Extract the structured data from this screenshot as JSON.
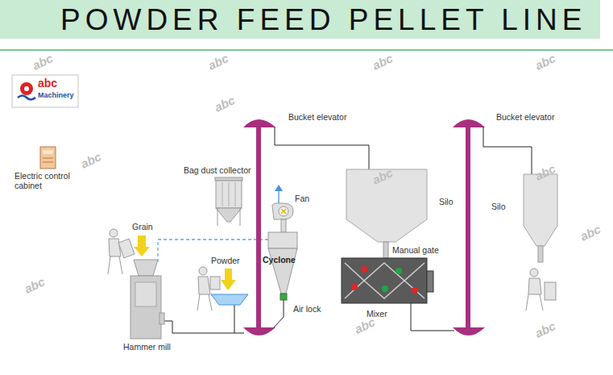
{
  "diagram": {
    "title": "POWDER FEED PELLET LINE",
    "labels": [
      "abc",
      "Machinery",
      "Electric control cabinet",
      "Bag dust collector",
      "Bucket elevator",
      "Bucket elevator",
      "Silo",
      "Fan",
      "Grain",
      "Powder",
      "Cyclone",
      "Manual gate",
      "Silo",
      "Air lock",
      "Mixer",
      "Hammer mill",
      "abc",
      "abc",
      "abc",
      "abc",
      "abc",
      "abc",
      "abc",
      "abc",
      "abc",
      "abc",
      "abc",
      "abc"
    ]
  }
}
